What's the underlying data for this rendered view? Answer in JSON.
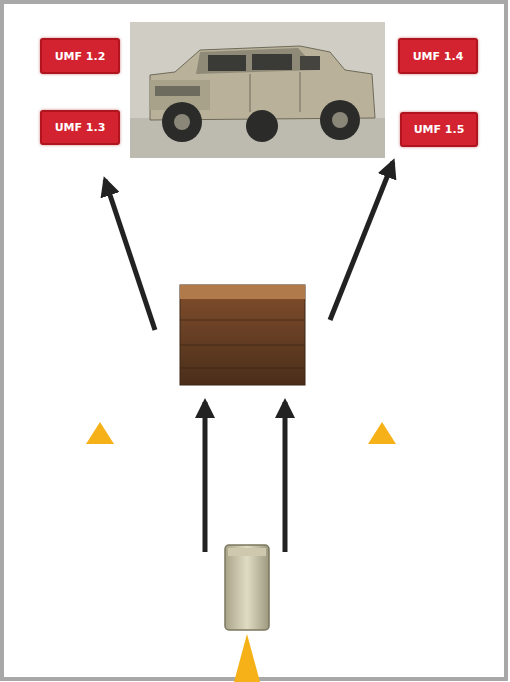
{
  "diagram": {
    "nodes": [
      {
        "text": [
          "UMF 1.2"
        ]
      },
      {
        "text": [
          "UMF 1.4"
        ]
      },
      {
        "text": [
          "UMF 1.3"
        ]
      },
      {
        "text": [
          "UMF 1.5"
        ]
      }
    ]
  }
}
